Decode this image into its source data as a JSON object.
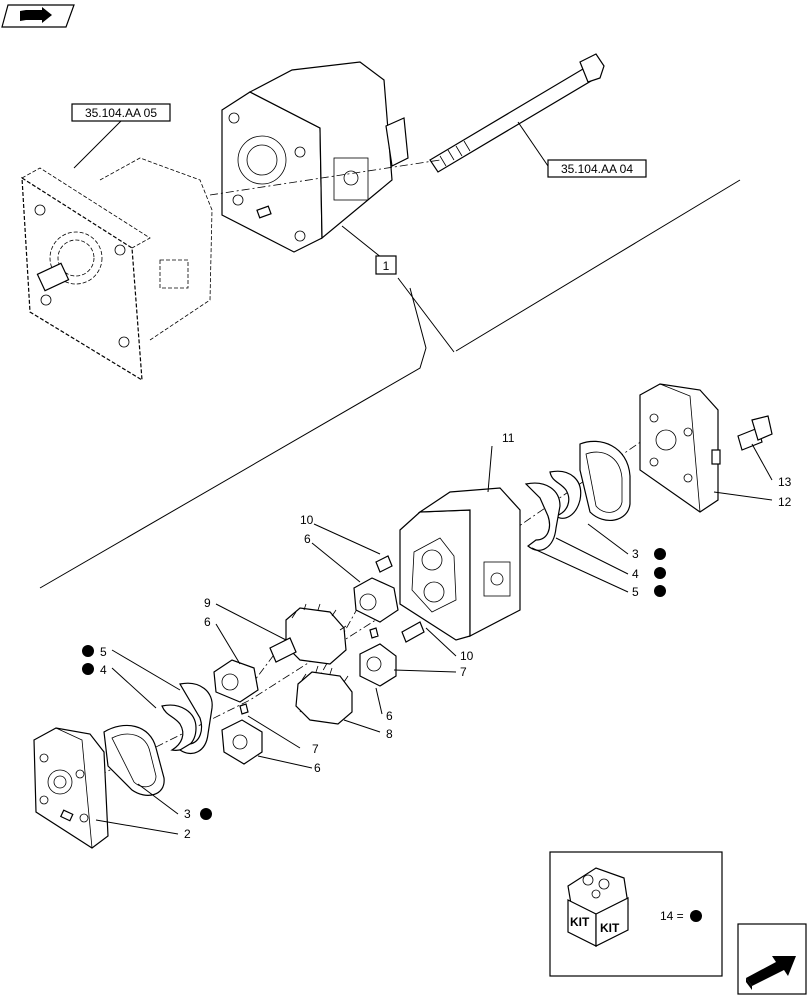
{
  "references": {
    "ref_left": "35.104.AA 05",
    "ref_right": "35.104.AA 04",
    "assembly": "1"
  },
  "callouts": {
    "c2": "2",
    "c3_top": "3",
    "c3_bottom": "3",
    "c4_top": "4",
    "c4_left": "4",
    "c5_top": "5",
    "c5_left": "5",
    "c6_a": "6",
    "c6_b": "6",
    "c6_c": "6",
    "c6_d": "6",
    "c7_a": "7",
    "c7_b": "7",
    "c8": "8",
    "c9": "9",
    "c10_a": "10",
    "c10_b": "10",
    "c11": "11",
    "c12": "12",
    "c13": "13"
  },
  "kit_legend": {
    "kit_word_left": "KIT",
    "kit_word_right": "KIT",
    "item_text": "14 ="
  },
  "colors": {
    "ink": "#000000",
    "background": "#ffffff"
  },
  "icons": {
    "top_left": "book-arrow-icon",
    "bottom_right": "next-page-arrow-icon"
  }
}
